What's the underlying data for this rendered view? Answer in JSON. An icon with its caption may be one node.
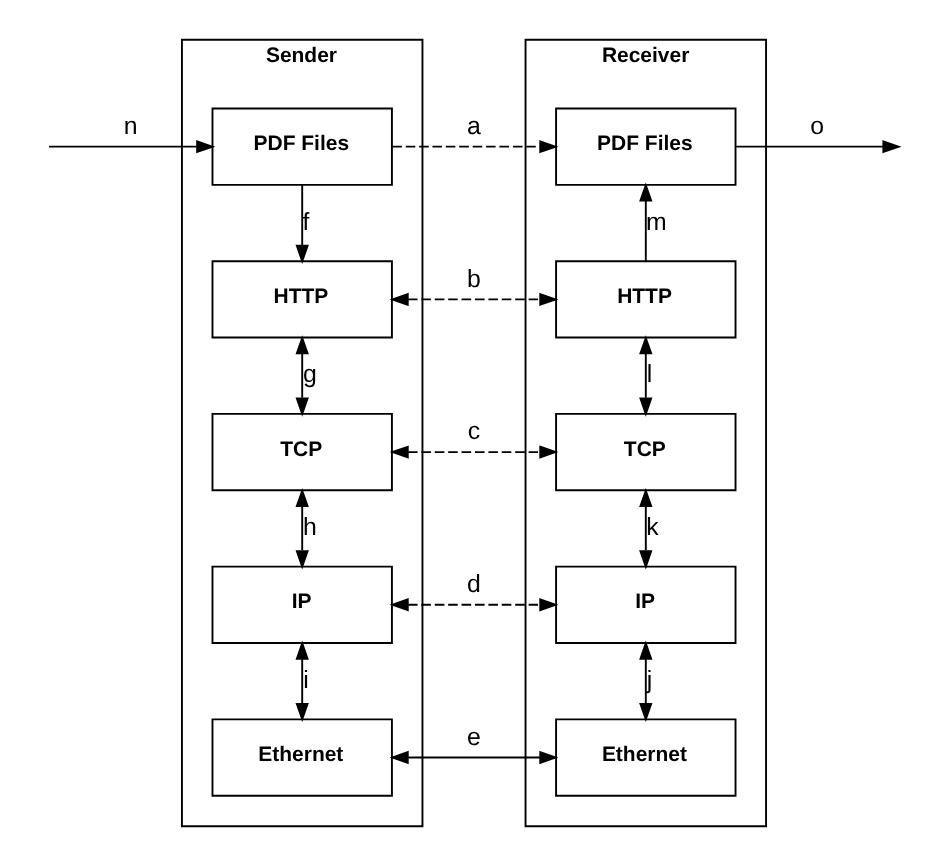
{
  "diagram": {
    "nodes": [
      {
        "text": [
          "Sender"
        ]
      },
      {
        "text": [
          "PDF Files"
        ],
        "in": 0
      },
      {
        "text": [
          "HTTP"
        ],
        "in": 0
      },
      {
        "text": [
          "TCP"
        ],
        "in": 0
      },
      {
        "text": [
          "IP"
        ],
        "in": 0
      },
      {
        "text": [
          "Ethernet"
        ],
        "in": 0
      },
      {
        "text": [
          "Receiver"
        ]
      },
      {
        "text": [
          "PDF Files"
        ],
        "in": 6
      },
      {
        "text": [
          "HTTP"
        ],
        "in": 6
      },
      {
        "text": [
          "TCP"
        ],
        "in": 6
      },
      {
        "text": [
          "IP"
        ],
        "in": 6
      },
      {
        "text": [
          "Ethernet"
        ],
        "in": 6
      }
    ],
    "edges": [
      {
        "from": null,
        "to": 1,
        "arrow": "to",
        "label": "n"
      },
      {
        "from": 1,
        "to": 7,
        "arrow": "to",
        "label": "a",
        "style": "dashed"
      },
      {
        "from": 1,
        "to": 2,
        "arrow": "to",
        "label": "f"
      },
      {
        "from": 2,
        "to": 8,
        "arrow": "both",
        "label": "b",
        "style": "dashed"
      },
      {
        "from": 2,
        "to": 3,
        "arrow": "both",
        "label": "g"
      },
      {
        "from": 3,
        "to": 9,
        "arrow": "both",
        "label": "c",
        "style": "dashed"
      },
      {
        "from": 3,
        "to": 4,
        "arrow": "both",
        "label": "h"
      },
      {
        "from": 4,
        "to": 10,
        "arrow": "both",
        "label": "d",
        "style": "dashed"
      },
      {
        "from": 4,
        "to": 5,
        "arrow": "both",
        "label": "i"
      },
      {
        "from": 5,
        "to": 11,
        "arrow": "both",
        "label": "e"
      },
      {
        "from": 8,
        "to": 7,
        "arrow": "to",
        "label": "m"
      },
      {
        "from": 8,
        "to": 9,
        "arrow": "both",
        "label": "l"
      },
      {
        "from": 9,
        "to": 10,
        "arrow": "both",
        "label": "k"
      },
      {
        "from": 10,
        "to": 11,
        "arrow": "both",
        "label": "j"
      },
      {
        "from": 7,
        "to": null,
        "arrow": "to",
        "label": "o"
      }
    ]
  }
}
